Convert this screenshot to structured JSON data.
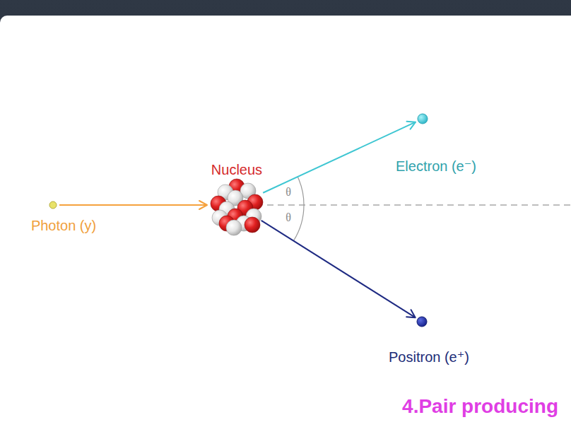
{
  "diagram": {
    "caption": "4.Pair producing",
    "nodes": [
      {
        "text": [
          "Photon (y)"
        ]
      },
      {
        "text": [
          "Nucleus"
        ]
      },
      {
        "text": [
          "Electron (e⁻)"
        ]
      },
      {
        "text": [
          "Positron (e⁺)"
        ]
      }
    ],
    "edges": [
      {
        "from": 0,
        "to": 1,
        "arrow": "to"
      },
      {
        "from": 1,
        "to": 2,
        "arrow": "to"
      },
      {
        "from": 1,
        "to": 3,
        "arrow": "to"
      }
    ],
    "labels": [
      "θ",
      "θ"
    ]
  }
}
